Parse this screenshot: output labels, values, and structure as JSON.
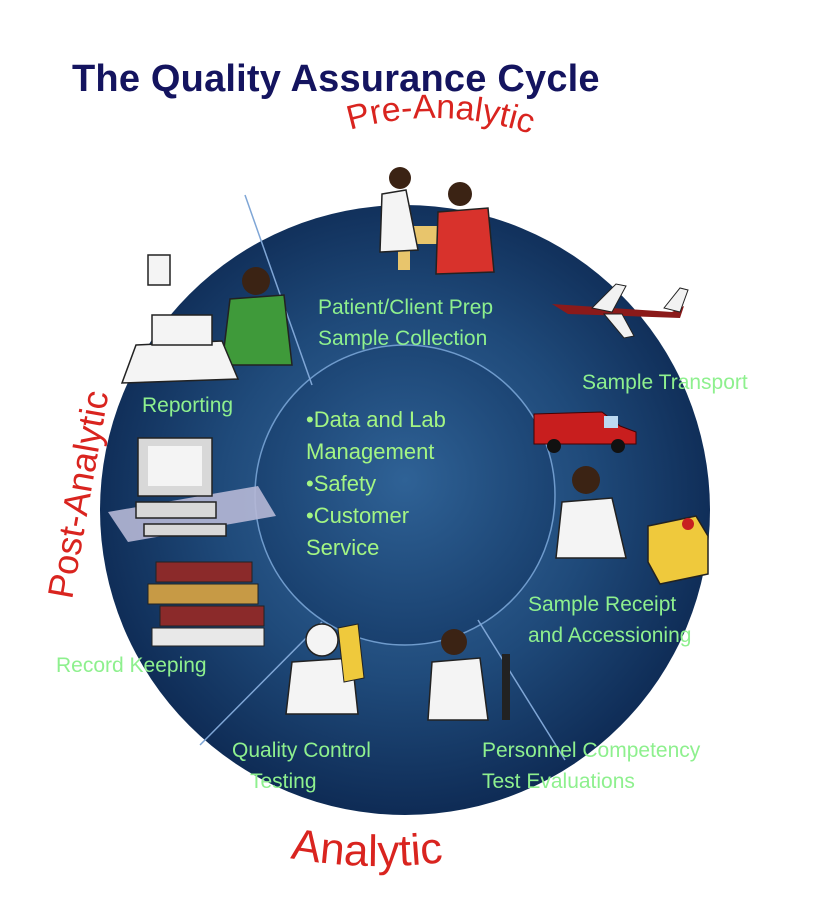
{
  "title": "The Quality Assurance Cycle",
  "phases": {
    "pre_analytic": "Pre-Analytic",
    "analytic": "Analytic",
    "post_analytic": "Post-Analytic"
  },
  "steps": {
    "patient_prep": [
      "Patient/Client Prep",
      "Sample Collection"
    ],
    "sample_transport": "Sample Transport",
    "sample_receipt": [
      "Sample Receipt",
      "and Accessioning"
    ],
    "personnel": [
      "Personnel Competency",
      "Test Evaluations"
    ],
    "quality_control": [
      "Quality Control",
      "Testing"
    ],
    "record_keeping": "Record Keeping",
    "reporting": "Reporting"
  },
  "center": [
    "•Data and Lab",
    "Management",
    "•Safety",
    "•Customer",
    "Service"
  ],
  "colors": {
    "title": "#14145f",
    "phase_text": "#d9241f",
    "circle_dark": "#0f2d57",
    "circle_light": "#2a5b8e",
    "label_green": "#8ef08e"
  },
  "icons": [
    "patient-clinician-icon",
    "airplane-icon",
    "van-icon",
    "box-technician-icon",
    "pipette-technician-icon",
    "microscope-tech-icon",
    "telephone-fax-icon",
    "computer-icon",
    "books-icon"
  ]
}
